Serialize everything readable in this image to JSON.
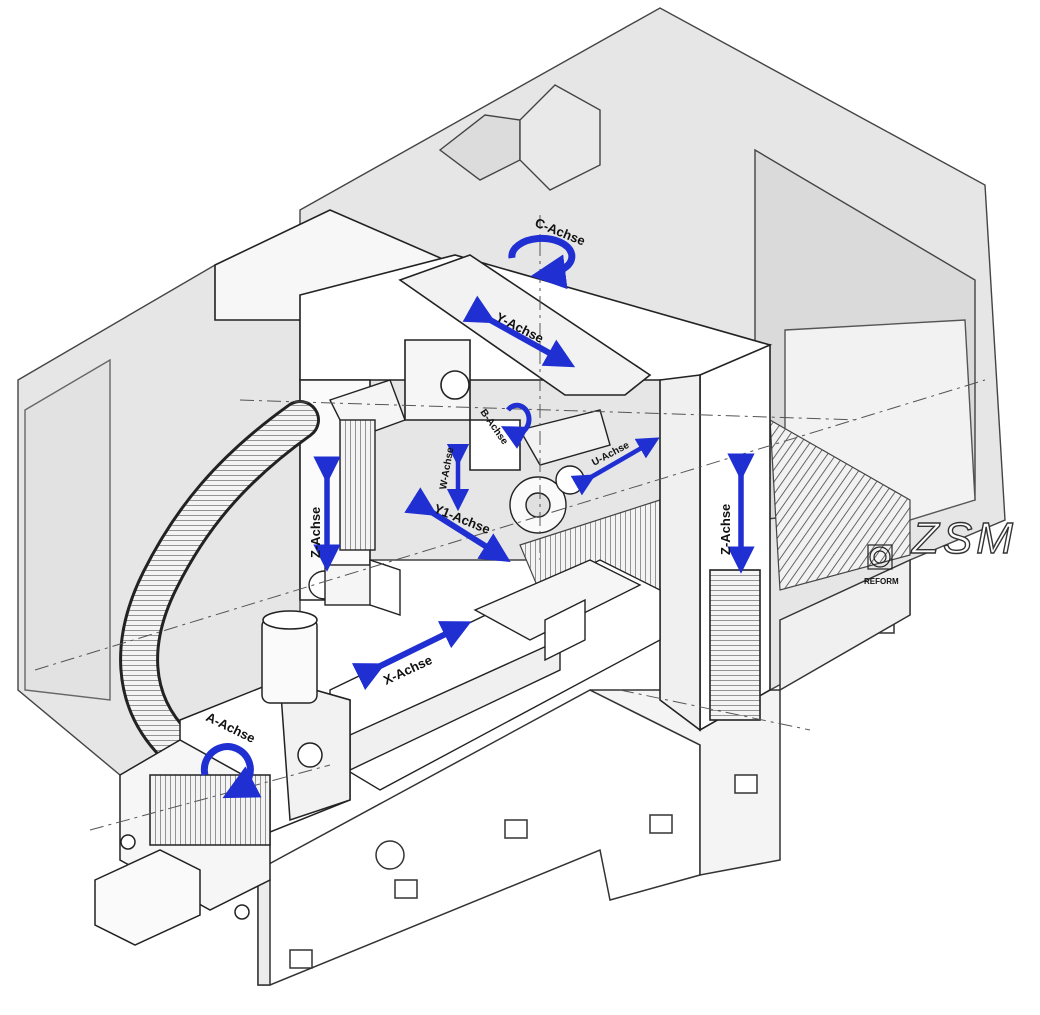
{
  "colors": {
    "background": "#ffffff",
    "enclosure_fill": "#e4e4e4",
    "line": "#333333",
    "arrow": "#1f2fd1"
  },
  "brand": {
    "model": "ZSM",
    "maker": "REFORM"
  },
  "axes": {
    "c": "C-Achse",
    "y": "Y-Achse",
    "b": "B-Achse",
    "u": "U-Achse",
    "w": "W-Achse",
    "z_left": "Z-Achse",
    "y1": "Y1-Achse",
    "z_right": "Z-Achse",
    "x": "X-Achse",
    "a": "A-Achse"
  }
}
